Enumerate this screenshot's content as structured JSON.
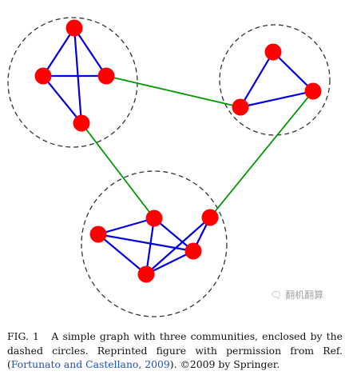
{
  "figure": {
    "colors": {
      "node_fill": "#ff0000",
      "intra_edge": "#0000dd",
      "inter_edge": "#009900",
      "community_outline": "#333333"
    },
    "communities": [
      {
        "id": "community-1",
        "nodes": [
          "a1",
          "a2",
          "a3",
          "a4"
        ]
      },
      {
        "id": "community-2",
        "nodes": [
          "b1",
          "b2",
          "b3"
        ]
      },
      {
        "id": "community-3",
        "nodes": [
          "c1",
          "c2",
          "c3",
          "c4",
          "c5"
        ]
      }
    ],
    "intra_edges": [
      [
        "a1",
        "a2"
      ],
      [
        "a1",
        "a3"
      ],
      [
        "a1",
        "a4"
      ],
      [
        "a2",
        "a3"
      ],
      [
        "a2",
        "a4"
      ],
      [
        "b1",
        "b2"
      ],
      [
        "b1",
        "b3"
      ],
      [
        "b2",
        "b3"
      ],
      [
        "c1",
        "c2"
      ],
      [
        "c1",
        "c3"
      ],
      [
        "c1",
        "c4"
      ],
      [
        "c2",
        "c3"
      ],
      [
        "c2",
        "c4"
      ],
      [
        "c3",
        "c4"
      ],
      [
        "c4",
        "c5"
      ],
      [
        "c3",
        "c5"
      ]
    ],
    "inter_edges": [
      [
        "a3",
        "b2"
      ],
      [
        "a4",
        "c2"
      ],
      [
        "b3",
        "c5"
      ]
    ]
  },
  "caption": {
    "label": "FIG. 1",
    "text_1": "A simple graph with three communities, enclosed by the dashed circles. Reprinted figure with permission from Ref. (",
    "citation": "Fortunato and Castellano, 2009",
    "text_2": "). ©2009 by Springer."
  },
  "watermark": {
    "icon": "wechat-icon",
    "text": "翻机翻算"
  }
}
